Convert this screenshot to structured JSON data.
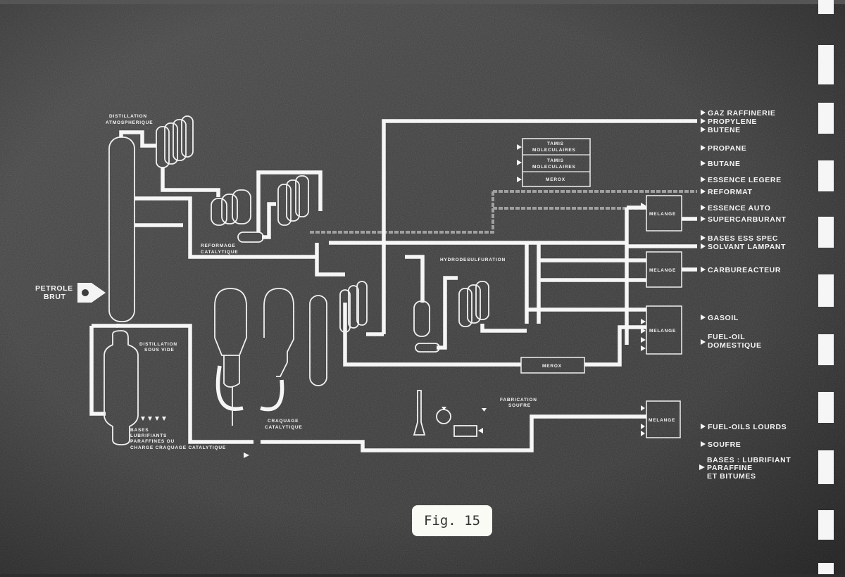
{
  "units": {
    "atm_distillation": [
      "DISTILLATION",
      "ATMOSPHERIQUE"
    ],
    "reforming": [
      "REFORMAGE",
      "CATALYTIQUE"
    ],
    "crude_input": [
      "PETROLE",
      "BRUT"
    ],
    "vacuum_distillation": [
      "DISTILLATION",
      "SOUS VIDE"
    ],
    "vacuum_products": [
      "BASES",
      "LUBRIFIANTS",
      "PARAFFINES OU",
      "CHARGE CRAQUAGE CATALYTIQUE"
    ],
    "cracking": [
      "CRAQUAGE",
      "CATALYTIQUE"
    ],
    "hydrodesulfuration": "HYDRODESULFURATION",
    "tamis_1": [
      "TAMIS",
      "MOLECULAIRES"
    ],
    "tamis_2": [
      "TAMIS",
      "MOLECULAIRES"
    ],
    "merox_top": "MEROX",
    "merox_bottom": "MEROX",
    "sulfur": [
      "FABRICATION",
      "SOUFRE"
    ],
    "melange": [
      "MELANGE",
      "MELANGE",
      "MELANGE",
      "MELANGE"
    ]
  },
  "products": [
    "GAZ RAFFINERIE",
    "PROPYLENE",
    "BUTENE",
    "PROPANE",
    "BUTANE",
    "ESSENCE LEGERE",
    "REFORMAT",
    "ESSENCE AUTO",
    "SUPERCARBURANT",
    "BASES ESS SPEC",
    "SOLVANT LAMPANT",
    "CARBUREACTEUR",
    "GASOIL",
    "FUEL-OIL",
    "DOMESTIQUE",
    "FUEL-OILS LOURDS",
    "SOUFRE",
    "BASES : LUBRIFIANT",
    "PARAFFINE",
    "ET BITUMES"
  ],
  "figure_label": "Fig. 15",
  "colors": {
    "background": "#3b3b3b",
    "lines": "#f4f4f4",
    "reformate_line": "#9a9a9a"
  }
}
